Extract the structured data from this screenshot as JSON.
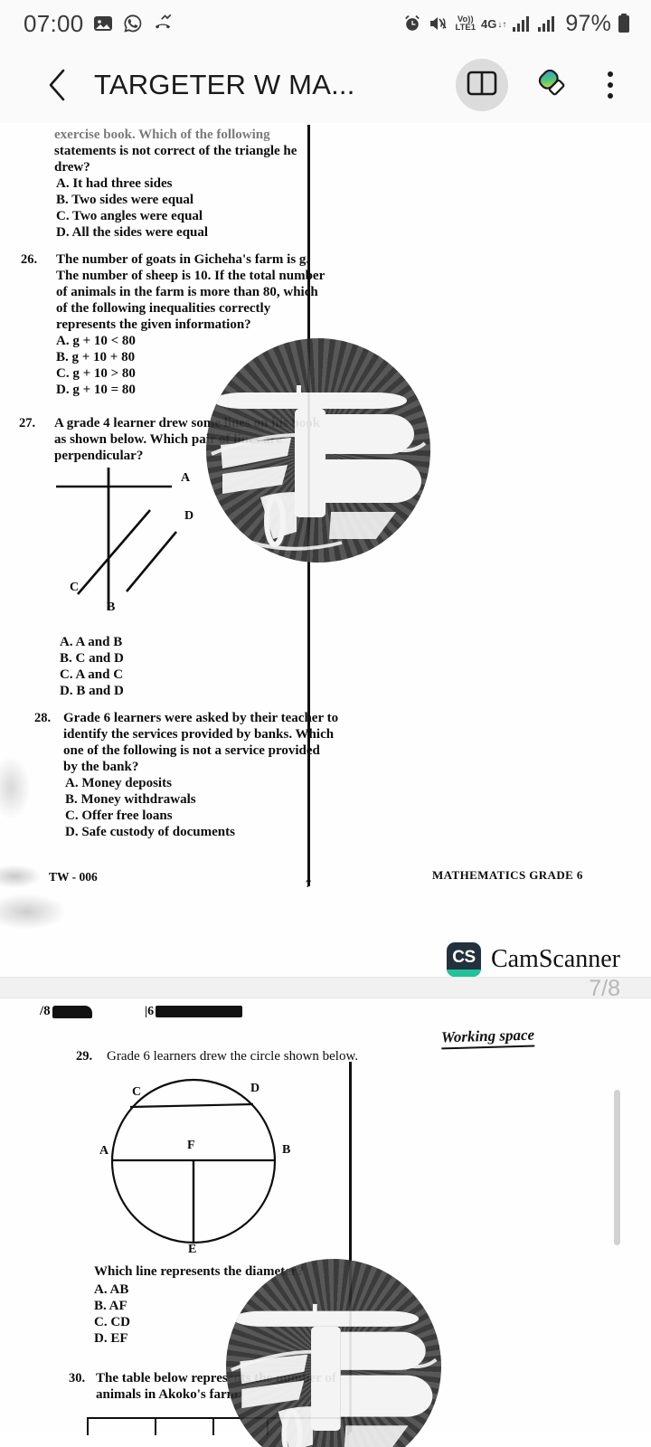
{
  "status_bar": {
    "time": "07:00",
    "icons": [
      "gallery-icon",
      "whatsapp-icon",
      "missed-call-icon"
    ],
    "alarm_icon": "alarm-icon",
    "mute_icon": "vibrate-mute-icon",
    "volte_label_top": "Vo))",
    "volte_label_bottom": "LTE1",
    "network_type": "4G",
    "data_arrows": "↓↑",
    "battery_percent": "97%"
  },
  "app_bar": {
    "back_label": "back-button",
    "title": "TARGETER W MA...",
    "book_icon": "book-icon",
    "highlighter_icon": "highlighter-pen-icon",
    "more_icon": "overflow-menu-icon"
  },
  "document": {
    "page_1": {
      "q25_tail": {
        "lines": [
          "exercise book. Which of the following",
          "statements is not correct of the triangle he",
          "drew?"
        ],
        "options": [
          "A. It had three sides",
          "B. Two sides were equal",
          "C. Two angles were equal",
          "D. All the sides were equal"
        ]
      },
      "q26": {
        "number": "26.",
        "lines": [
          "The number of goats in Gicheha's farm is g.",
          "The number of sheep is 10. If the total number",
          "of animals in the farm is more than 80, which",
          "of the following inequalities correctly",
          "represents the given information?"
        ],
        "options": [
          "A. g + 10 < 80",
          "B. g + 10 + 80",
          "C. g + 10 > 80",
          "D. g + 10 = 80"
        ]
      },
      "q27": {
        "number": "27.",
        "lines": [
          "A grade 4 learner drew some lines on his book",
          "as shown below. Which pair of lines are",
          "perpendicular?"
        ],
        "diagram_labels": [
          "A",
          "D",
          "C",
          "B"
        ],
        "options": [
          "A. A and B",
          "B. C and D",
          "C. A and C",
          "D. B and D"
        ]
      },
      "q28": {
        "number": "28.",
        "lines": [
          "Grade 6 learners were asked by their teacher to",
          "identify the services provided by banks. Which",
          "one of the following is not a service provided",
          "by the bank?"
        ],
        "options": [
          "A. Money deposits",
          "B. Money withdrawals",
          "C. Offer free loans",
          "D. Safe custody of documents"
        ]
      },
      "footer_left": "TW - 006",
      "footer_center": "7",
      "footer_right": "MATHEMATICS  GRADE 6"
    },
    "page_2": {
      "working_space": "Working space",
      "q29": {
        "number": "29.",
        "lines": [
          "Grade 6 learners drew the circle shown below."
        ],
        "diagram_labels": [
          "C",
          "D",
          "A",
          "F",
          "B",
          "E"
        ],
        "question": "Which line represents the diameter?",
        "options": [
          "A. AB",
          "B. AF",
          "C. CD",
          "D. EF"
        ]
      },
      "q30": {
        "number": "30.",
        "lines": [
          "The table below represents the number of",
          "animals in Akoko's farm."
        ]
      }
    }
  },
  "camscanner": {
    "badge_text": "CS",
    "name": "CamScanner",
    "page_indicator": "7/8",
    "badge_color": "#23313c",
    "strip_color": "#22c29b"
  }
}
